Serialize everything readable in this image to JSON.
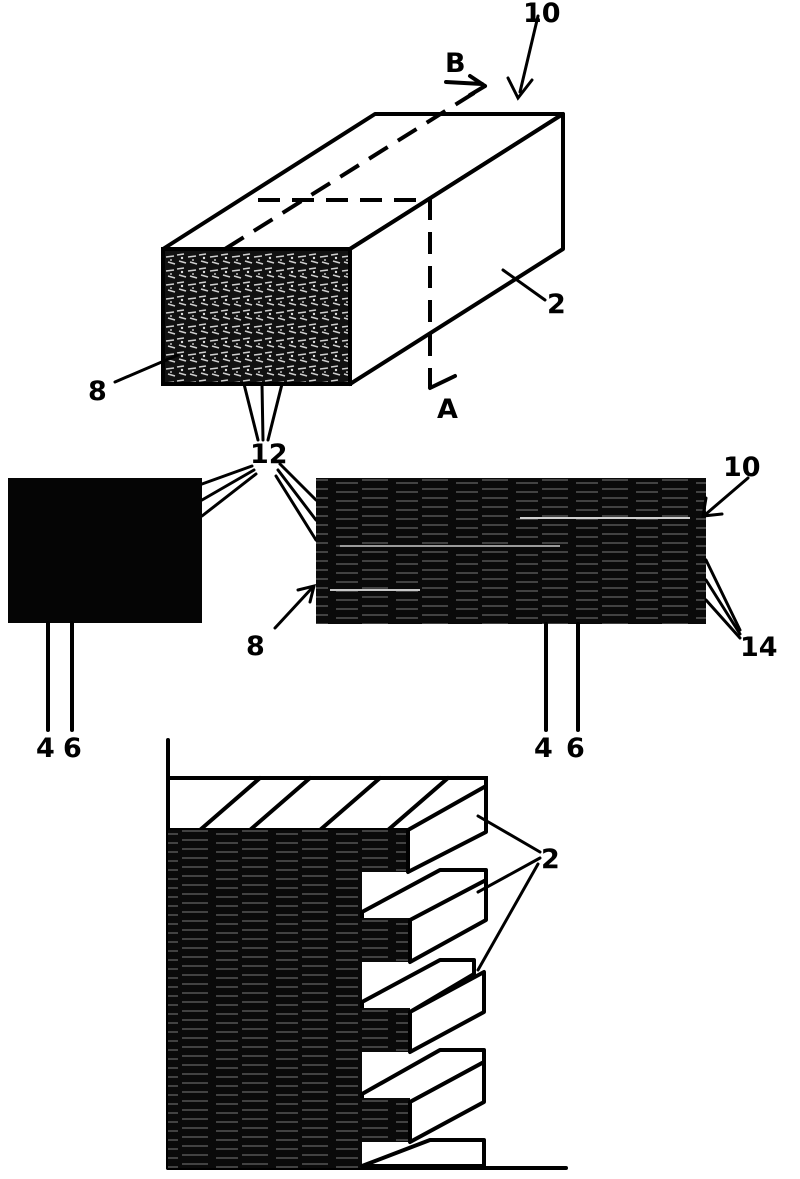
{
  "labels": {
    "ref_10_top": "10",
    "section_b": "B",
    "section_a": "A",
    "ref_2_block": "2",
    "ref_8_face": "8",
    "ref_12": "12",
    "ref_4_left": "4",
    "ref_6_left": "6",
    "ref_10_right": "10",
    "ref_8_right": "8",
    "ref_14": "14",
    "ref_4_right": "4",
    "ref_6_right": "6",
    "ref_2_bottom": "2"
  }
}
